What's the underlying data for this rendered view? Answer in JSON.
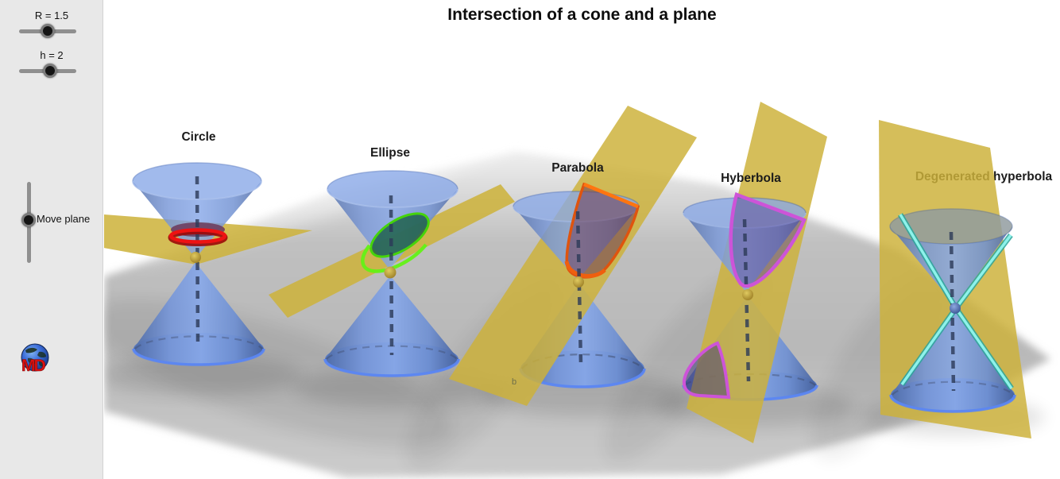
{
  "title": "Intersection of a cone and a plane",
  "sidebar": {
    "slider_r": {
      "label": "R = 1.5",
      "value": 1.5
    },
    "slider_h": {
      "label": "h = 2",
      "value": 2
    },
    "slider_plane": {
      "label": "Move plane"
    },
    "logo_text": "MD"
  },
  "scenes": [
    {
      "label": "Circle",
      "intersection_color": "#e81212"
    },
    {
      "label": "Ellipse",
      "intersection_color": "#4fdf0a"
    },
    {
      "label": "Parabola",
      "intersection_color": "#e85c10",
      "plane_label": "b"
    },
    {
      "label": "Hyberbola",
      "intersection_color": "#cd54d8"
    },
    {
      "label": "Degenerated hyperbola",
      "intersection_color": "#7feee4"
    }
  ],
  "colors": {
    "cone_blue": "#7b9ce2",
    "cone_rim_blue": "#5b86f2",
    "plane_yellow": "#cdb23a",
    "floor_gray": "#bcbcbc",
    "axis_dash": "#2c3a58",
    "panel_gray": "#e8e8e8"
  }
}
